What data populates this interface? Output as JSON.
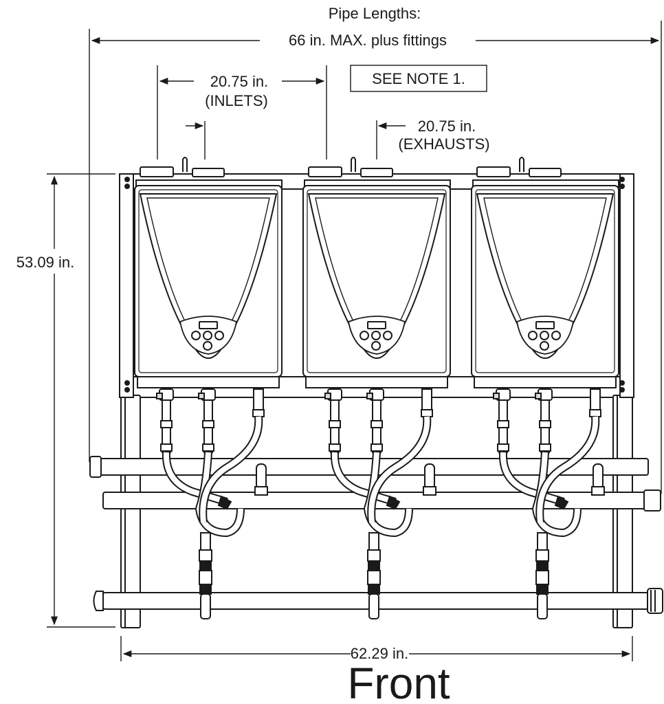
{
  "dimensions": {
    "pipe_lengths_title": "Pipe Lengths:",
    "pipe_lengths_value": "66 in. MAX. plus fittings",
    "inlets_value": "20.75 in.",
    "inlets_label": "(INLETS)",
    "note_box": "SEE NOTE 1.",
    "exhausts_value": "20.75 in.",
    "exhausts_label": "(EXHAUSTS)",
    "height_value": "53.09 in.",
    "width_value": "62.29 in."
  },
  "view_label": "Front",
  "heaters": [
    {
      "label": "water-heater-1"
    },
    {
      "label": "water-heater-2"
    },
    {
      "label": "water-heater-3"
    }
  ],
  "colors": {
    "line": "#1a1a1a",
    "body": "#ffffff",
    "shade": "#d9d9d9"
  }
}
